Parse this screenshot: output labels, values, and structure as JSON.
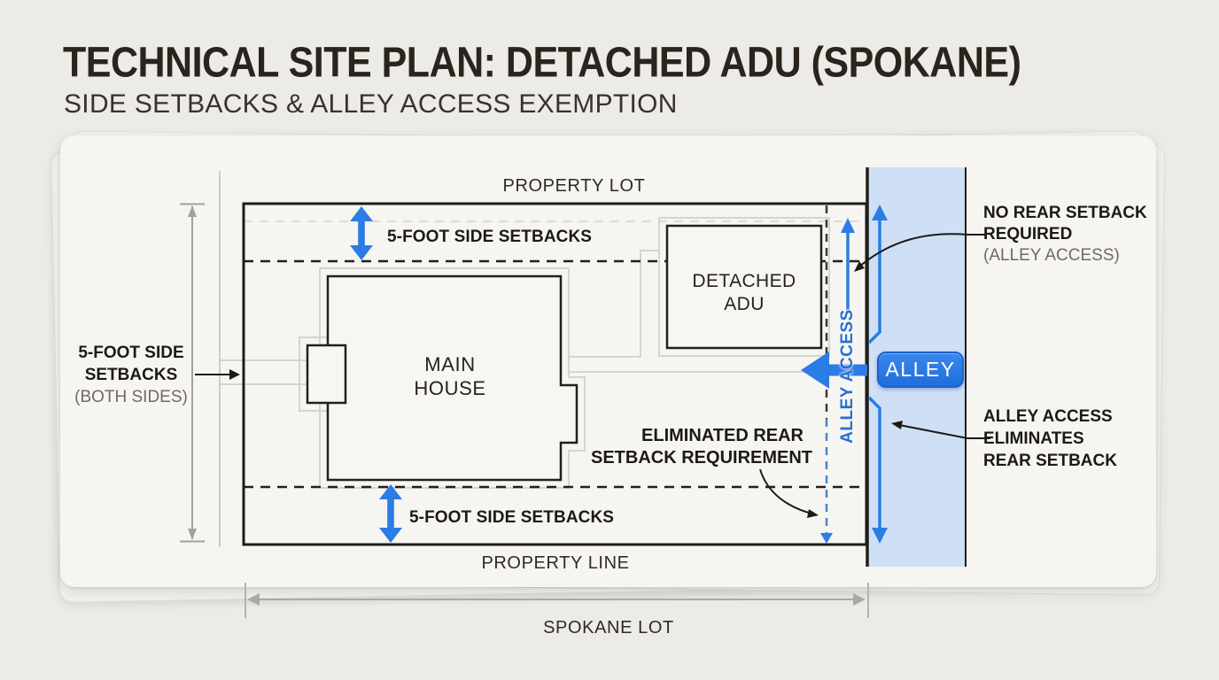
{
  "header": {
    "title": "TECHNICAL SITE PLAN: DETACHED ADU (SPOKANE)",
    "subtitle": "SIDE SETBACKS & ALLEY ACCESS EXEMPTION"
  },
  "plan": {
    "property_lot": "PROPERTY LOT",
    "property_line": "PROPERTY LINE",
    "spokane_lot": "SPOKANE LOT",
    "setback_top": "5-FOOT SIDE SETBACKS",
    "setback_bottom": "5-FOOT SIDE SETBACKS",
    "main_house": {
      "line1": "MAIN",
      "line2": "HOUSE"
    },
    "adu": {
      "line1": "DETACHED",
      "line2": "ADU"
    },
    "alley_access_label": "ALLEY ACCESS",
    "alley_badge": "ALLEY",
    "left_note": {
      "line1": "5-FOOT SIDE",
      "line2": "SETBACKS",
      "line3": "(BOTH SIDES)"
    },
    "no_rear_note": {
      "line1": "NO REAR SETBACK",
      "line2": "REQUIRED",
      "line3": "(ALLEY ACCESS)"
    },
    "alley_note": {
      "line1": "ALLEY ACCESS",
      "line2": "ELIMINATES",
      "line3": "REAR SETBACK"
    },
    "eliminated_note": {
      "line1": "ELIMINATED REAR",
      "line2": "SETBACK REQUIREMENT"
    }
  },
  "colors": {
    "accent_blue": "#2b7ce5",
    "alley_fill": "#cfe0f6",
    "badge_blue": "#1e6edc",
    "dashed_blue": "#4e86c0",
    "line_black": "#22201c",
    "paper": "#f6f5f1",
    "background": "#ecebe7",
    "muted_text": "#6f6a63"
  }
}
